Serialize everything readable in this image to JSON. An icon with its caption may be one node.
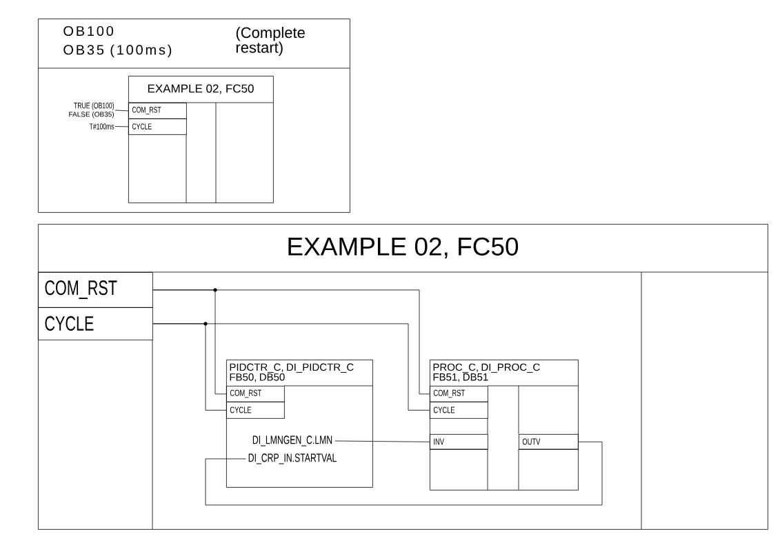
{
  "diagram": {
    "nodes": [
      {
        "text": [
          "OB100",
          "OB35 (100ms)",
          "(Complete restart)"
        ]
      },
      {
        "text": [
          "EXAMPLE 02, FC50"
        ],
        "in": 0
      },
      {
        "text": [
          "COM_RST"
        ],
        "in": 1
      },
      {
        "text": [
          "CYCLE"
        ],
        "in": 1
      },
      {
        "text": [
          "TRUE (OB100)",
          "FALSE (OB35)"
        ],
        "in": 0
      },
      {
        "text": [
          "T#100ms"
        ],
        "in": 0
      },
      {
        "text": [
          "EXAMPLE 02, FC50"
        ]
      },
      {
        "text": [
          "COM_RST"
        ],
        "in": 6
      },
      {
        "text": [
          "CYCLE"
        ],
        "in": 6
      },
      {
        "text": [
          "PIDCTR_C, DI_PIDCTR_C FB50, DB50"
        ],
        "in": 6
      },
      {
        "text": [
          "COM_RST"
        ],
        "in": 9
      },
      {
        "text": [
          "CYCLE"
        ],
        "in": 9
      },
      {
        "text": [
          "DI_LMNGEN_C.LMN"
        ],
        "in": 9
      },
      {
        "text": [
          "DI_CRP_IN.STARTVAL"
        ],
        "in": 9
      },
      {
        "text": [
          "PROC_C, DI_PROC_C FB51, DB51"
        ],
        "in": 6
      },
      {
        "text": [
          "COM_RST"
        ],
        "in": 14
      },
      {
        "text": [
          "CYCLE"
        ],
        "in": 14
      },
      {
        "text": [
          "INV"
        ],
        "in": 14
      },
      {
        "text": [
          "OUTV"
        ],
        "in": 14
      }
    ],
    "edges": [
      {
        "from": 4,
        "to": 2,
        "arrow": "none"
      },
      {
        "from": 5,
        "to": 3,
        "arrow": "none"
      },
      {
        "from": 7,
        "to": 15,
        "arrow": "none"
      },
      {
        "from": 7,
        "to": 10,
        "arrow": "none"
      },
      {
        "from": 8,
        "to": 16,
        "arrow": "none"
      },
      {
        "from": 8,
        "to": 11,
        "arrow": "none"
      },
      {
        "from": 12,
        "to": 17,
        "arrow": "none"
      },
      {
        "from": 18,
        "to": 13,
        "arrow": "none"
      }
    ]
  }
}
